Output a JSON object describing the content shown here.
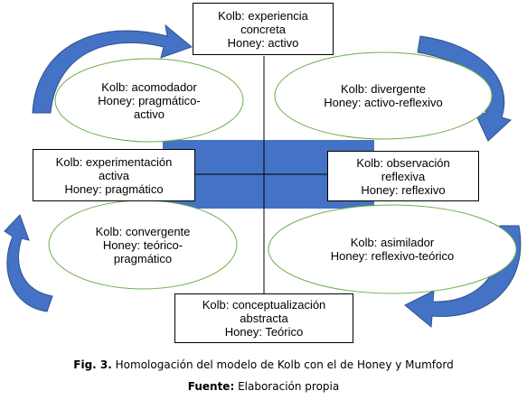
{
  "colors": {
    "center_fill": "#4472c4",
    "oval_border": "#70ad47",
    "arrow_fill": "#4472c4",
    "arrow_dark": "#2f528f"
  },
  "boxes": {
    "top": [
      "Kolb: experiencia",
      "concreta",
      "Honey: activo"
    ],
    "right": [
      "Kolb: observación",
      "reflexiva",
      "Honey: reflexivo"
    ],
    "bottom": [
      "Kolb: conceptualización",
      "abstracta",
      "Honey: Teórico"
    ],
    "left": [
      "Kolb: experimentación",
      "activa",
      "Honey: pragmático"
    ]
  },
  "ovals": {
    "top_left": [
      "Kolb: acomodador",
      "Honey: pragmático-",
      "activo"
    ],
    "top_right": [
      "Kolb: divergente",
      "Honey: activo-reflexivo"
    ],
    "bottom_right": [
      "Kolb: asimilador",
      "Honey: reflexivo-teórico"
    ],
    "bottom_left": [
      "Kolb: convergente",
      "Honey: teórico-",
      "pragmático"
    ]
  },
  "caption": {
    "fig_label": "Fig. 3.",
    "fig_text": "Homologación del modelo de Kolb con el de Honey y Mumford",
    "source_label": "Fuente:",
    "source_text": "Elaboración propia"
  }
}
